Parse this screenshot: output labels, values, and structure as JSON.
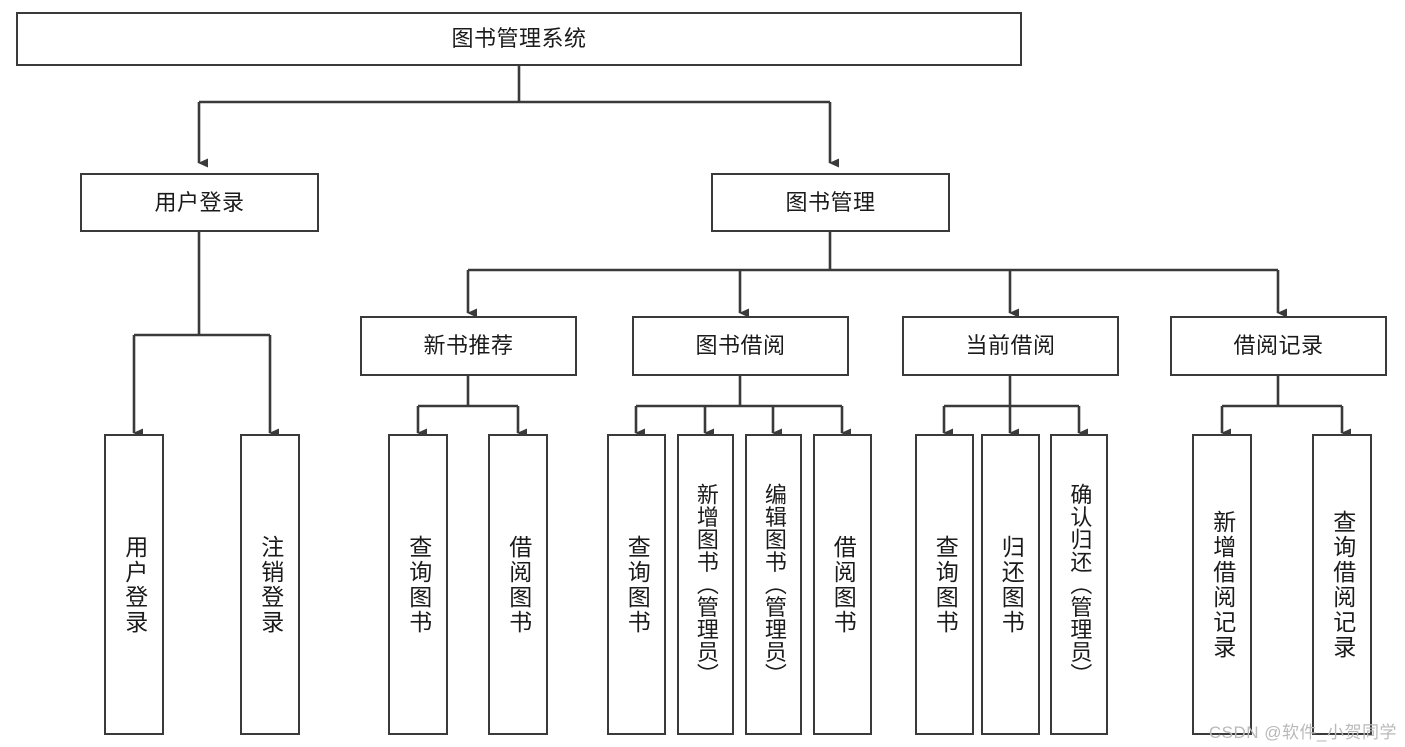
{
  "diagram": {
    "title": "图书管理系统",
    "type": "tree",
    "background_color": "#ffffff",
    "line_color": "#3a3a3a",
    "text_color": "#1b1b1b",
    "root": {
      "label": "图书管理系统"
    },
    "level2": [
      {
        "label": "用户登录"
      },
      {
        "label": "图书管理"
      }
    ],
    "level3": [
      {
        "label": "新书推荐"
      },
      {
        "label": "图书借阅"
      },
      {
        "label": "当前借阅"
      },
      {
        "label": "借阅记录"
      }
    ],
    "leaves": {
      "user_login": [
        {
          "label": "用户登录"
        },
        {
          "label": "注销登录"
        }
      ],
      "new_book_recommend": [
        {
          "label": "查询图书"
        },
        {
          "label": "借阅图书"
        }
      ],
      "book_borrow": [
        {
          "label": "查询图书"
        },
        {
          "label": "新增图书（管理员）"
        },
        {
          "label": "编辑图书（管理员）"
        },
        {
          "label": "借阅图书"
        }
      ],
      "current_borrow": [
        {
          "label": "查询图书"
        },
        {
          "label": "归还图书"
        },
        {
          "label": "确认归还（管理员）"
        }
      ],
      "borrow_record": [
        {
          "label": "新增借阅记录"
        },
        {
          "label": "查询借阅记录"
        }
      ]
    }
  },
  "watermark": {
    "text": "CSDN @软件_小贺同学"
  }
}
